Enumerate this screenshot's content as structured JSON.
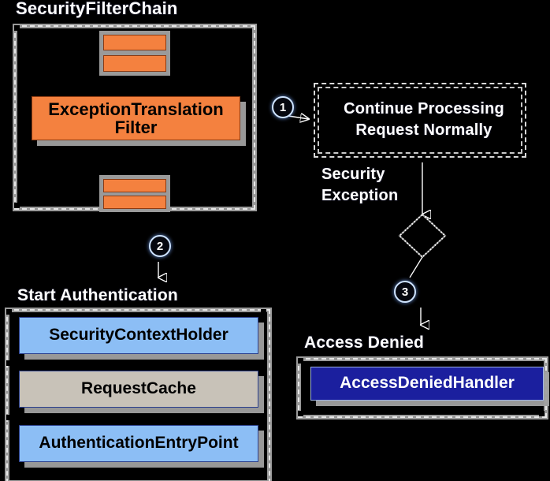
{
  "diagram": {
    "title": "Spring Security ExceptionTranslationFilter flow",
    "background_color": "#000000",
    "colors": {
      "filter_orange": "#f4813f",
      "node_blue": "#8cbef5",
      "node_tan": "#c8c2b8",
      "node_navy": "#1b1f9e",
      "group_frame": "#9a9a9a",
      "label_text": "#ffffff",
      "step_ring": "#cfe4ff"
    },
    "groups": [
      {
        "id": "security-filter-chain",
        "label": "SecurityFilterChain"
      },
      {
        "id": "start-authentication",
        "label": "Start Authentication"
      },
      {
        "id": "access-denied",
        "label": "Access Denied"
      }
    ],
    "nodes": [
      {
        "id": "exception-translation-filter",
        "label": "ExceptionTranslation\nFilter",
        "style": "orange"
      },
      {
        "id": "security-context-holder",
        "label": "SecurityContextHolder",
        "style": "blue"
      },
      {
        "id": "request-cache",
        "label": "RequestCache",
        "style": "tan"
      },
      {
        "id": "authentication-entry-point",
        "label": "AuthenticationEntryPoint",
        "style": "blue"
      },
      {
        "id": "access-denied-handler",
        "label": "AccessDeniedHandler",
        "style": "navy"
      }
    ],
    "process_box": {
      "id": "continue-processing",
      "label": "Continue Processing\nRequest Normally"
    },
    "edge_labels": [
      {
        "id": "security-exception",
        "label": "Security\nException"
      }
    ],
    "steps": [
      {
        "id": "step-1",
        "label": "1"
      },
      {
        "id": "step-2",
        "label": "2"
      },
      {
        "id": "step-3",
        "label": "3"
      }
    ],
    "decision": {
      "id": "security-exception-decision",
      "label": ""
    }
  }
}
